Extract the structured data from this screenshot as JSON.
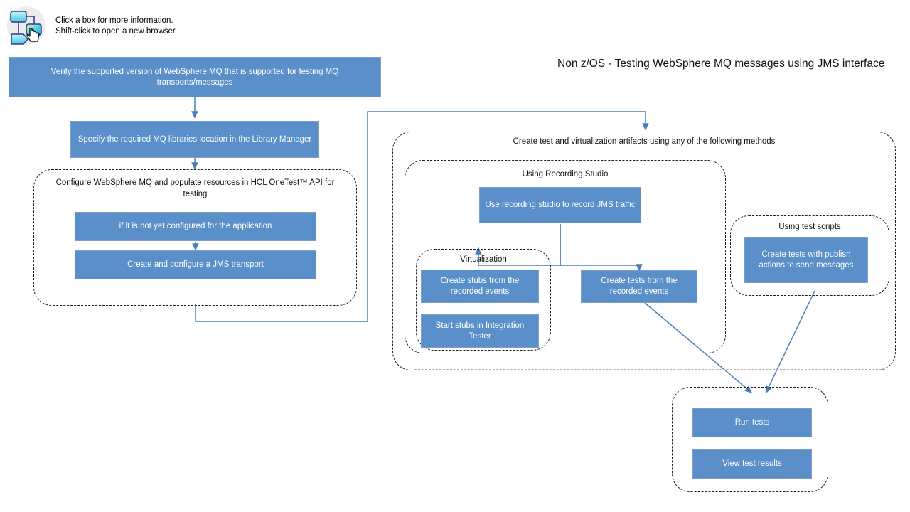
{
  "header": {
    "icon": "flowchart-click-icon",
    "hint_line1": "Click a box for more information.",
    "hint_line2": "Shift-click to open a new browser.",
    "hint": "Click a box for more information.\nShift-click to open a new browser."
  },
  "page_title": "Non z/OS - Testing WebSphere MQ messages using JMS interface",
  "colors": {
    "box_fill": "#5b8fc9",
    "box_border": "#7a9fc4",
    "box_text": "#ffffff",
    "connector": "#4a7ebb",
    "group_border": "#1a1a1a",
    "group_border_faint": "#9a9a9a",
    "page_background": "#ffffff"
  },
  "boxes": {
    "verify_version": "Verify the supported version of WebSphere MQ that is supported for testing MQ transports/messages",
    "specify_libraries": "Specify the required MQ libraries location in the Library Manager",
    "not_yet_configured": "if it is not yet configured for the application",
    "create_jms_transport": "Create and configure a JMS transport",
    "use_recording_studio": "Use recording studio to record JMS traffic",
    "create_stubs": "Create stubs from the recorded events",
    "start_stubs": "Start stubs in Integration Tester",
    "create_tests_recorded": "Create tests from the recorded events",
    "create_tests_publish": "Create tests with publish actions to send messages",
    "run_tests": "Run tests",
    "view_test_results": "View test results"
  },
  "groups": {
    "configure_mq": "Configure WebSphere MQ and populate resources in HCL OneTest™ API for testing",
    "create_artifacts": "Create test and virtualization artifacts using any of the following methods",
    "using_recording_studio": "Using Recording Studio",
    "virtualization": "Virtualization",
    "using_test_scripts": "Using test scripts",
    "results": ""
  }
}
